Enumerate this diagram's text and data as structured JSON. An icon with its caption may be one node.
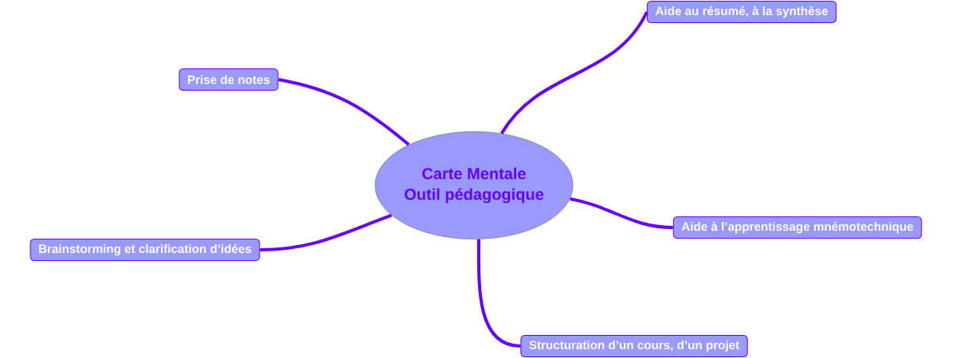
{
  "diagram": {
    "nodes": [
      {
        "text": [
          "Carte Mentale",
          "Outil pédagogique"
        ]
      },
      {
        "text": [
          "Prise de notes"
        ]
      },
      {
        "text": [
          "Aide au résumé, à la synthèse"
        ]
      },
      {
        "text": [
          "Brainstorming et clarification d’idées"
        ]
      },
      {
        "text": [
          "Aide à l’apprentissage mnémotechnique"
        ]
      },
      {
        "text": [
          "Structuration d’un cours, d’un projet"
        ]
      }
    ],
    "edges": [
      {
        "from": 0,
        "to": 1,
        "arrow": "none"
      },
      {
        "from": 0,
        "to": 2,
        "arrow": "none"
      },
      {
        "from": 0,
        "to": 3,
        "arrow": "none"
      },
      {
        "from": 0,
        "to": 4,
        "arrow": "none"
      },
      {
        "from": 0,
        "to": 5,
        "arrow": "none"
      }
    ]
  }
}
